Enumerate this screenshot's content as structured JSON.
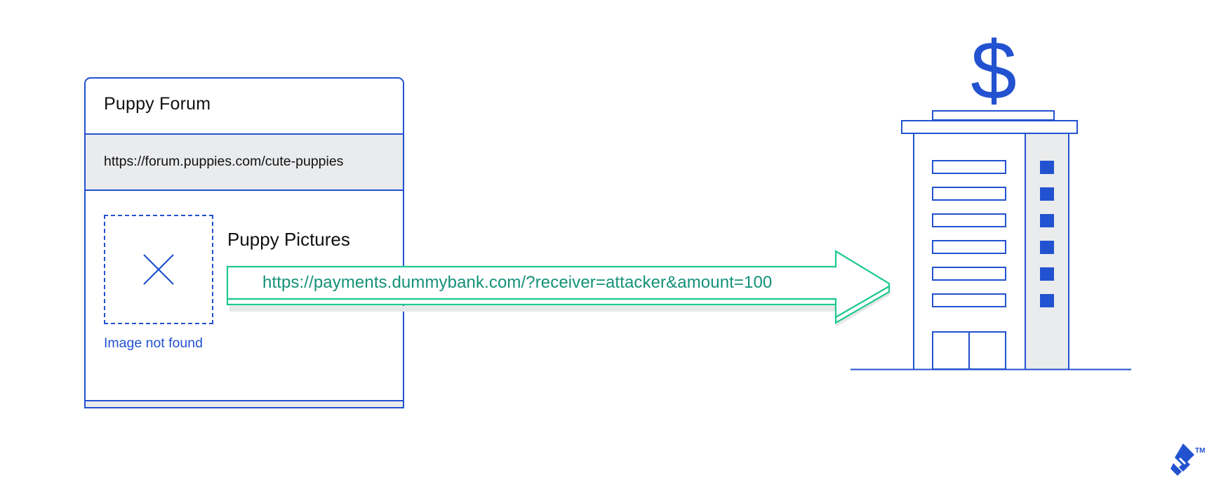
{
  "forum_card": {
    "title": "Puppy Forum",
    "url": "https://forum.puppies.com/cute-puppies",
    "post": {
      "title": "Puppy Pictures",
      "image_alt": "Image not found",
      "image_icon": "broken-image-x-icon"
    }
  },
  "request_arrow": {
    "label": "https://payments.dummybank.com/?receiver=attacker&amount=100",
    "icon": "arrow-right-icon"
  },
  "bank": {
    "symbol": "$",
    "icon": "bank-building-icon",
    "window_rows": 6
  },
  "logo": {
    "trademark": "TM",
    "icon": "toptal-logo-icon"
  },
  "colors": {
    "primary_blue": "#2352d0",
    "arrow_green": "#1fc98e",
    "arrow_text": "#139178",
    "panel_gray": "#eaebed",
    "shadow_gray": "#e6e7e9",
    "text_dark": "#111111"
  }
}
